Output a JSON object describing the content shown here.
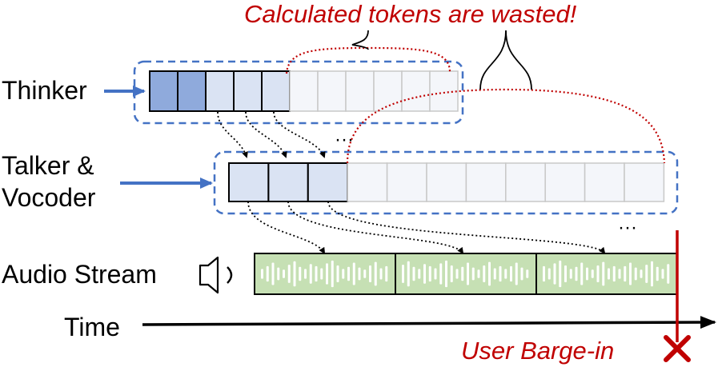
{
  "labels": {
    "thinker": "Thinker",
    "talker_line1": "Talker &",
    "talker_line2": "Vocoder",
    "audio": "Audio Stream",
    "time": "Time",
    "wasted": "Calculated tokens are wasted!",
    "barge": "User Barge-in",
    "ellipsis_thinker": "···",
    "ellipsis_audio": "···"
  },
  "thinker": {
    "dark_tokens": 2,
    "light_tokens": 3,
    "pending_tokens": 6
  },
  "talker": {
    "computed_tokens": 3,
    "pending_tokens": 8
  },
  "audio": {
    "segments": 3
  },
  "colors": {
    "dashed_box": "#4472c4",
    "arrow_blue": "#4472c4",
    "token_dark": "#8faadc",
    "token_light": "#dae3f3",
    "token_pending": "#f4f6fa",
    "audio_fill": "#c6e0b4",
    "warning": "#c00000"
  },
  "icons": {
    "speaker": "speaker-icon",
    "barge": "close-icon"
  }
}
